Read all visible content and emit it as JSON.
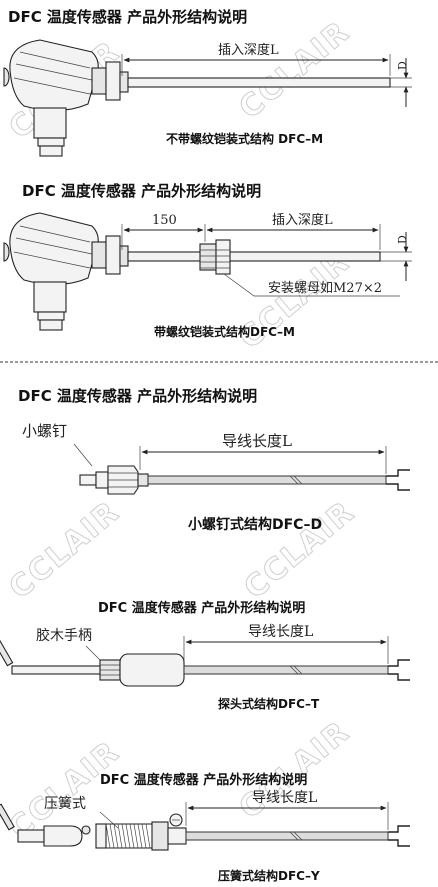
{
  "watermark": "CCLAIR",
  "section1": {
    "title": "DFC 温度传感器 产品外形结构说明",
    "dim_insert": "插入深度L",
    "dim_d": "D",
    "caption": "不带螺纹铠装式结构 DFC–M"
  },
  "section2": {
    "title": "DFC 温度传感器 产品外形结构说明",
    "dim_150": "150",
    "dim_insert": "插入深度L",
    "dim_d": "D",
    "nut_label": "安装螺母如M27×2",
    "caption": "带螺纹铠装式结构DFC–M"
  },
  "section3": {
    "title": "DFC 温度传感器 产品外形结构说明",
    "screw_label": "小螺钉",
    "dim_wire": "导线长度L",
    "caption": "小螺钉式结构DFC–D"
  },
  "section4": {
    "title": "DFC 温度传感器 产品外形结构说明",
    "handle_label": "胶木手柄",
    "dim_wire": "导线长度L",
    "caption": "探头式结构DFC–T"
  },
  "section5": {
    "title": "DFC 温度传感器 产品外形结构说明",
    "spring_label": "压簧式",
    "dim_wire": "导线长度L",
    "caption": "压簧式结构DFC–Y"
  }
}
